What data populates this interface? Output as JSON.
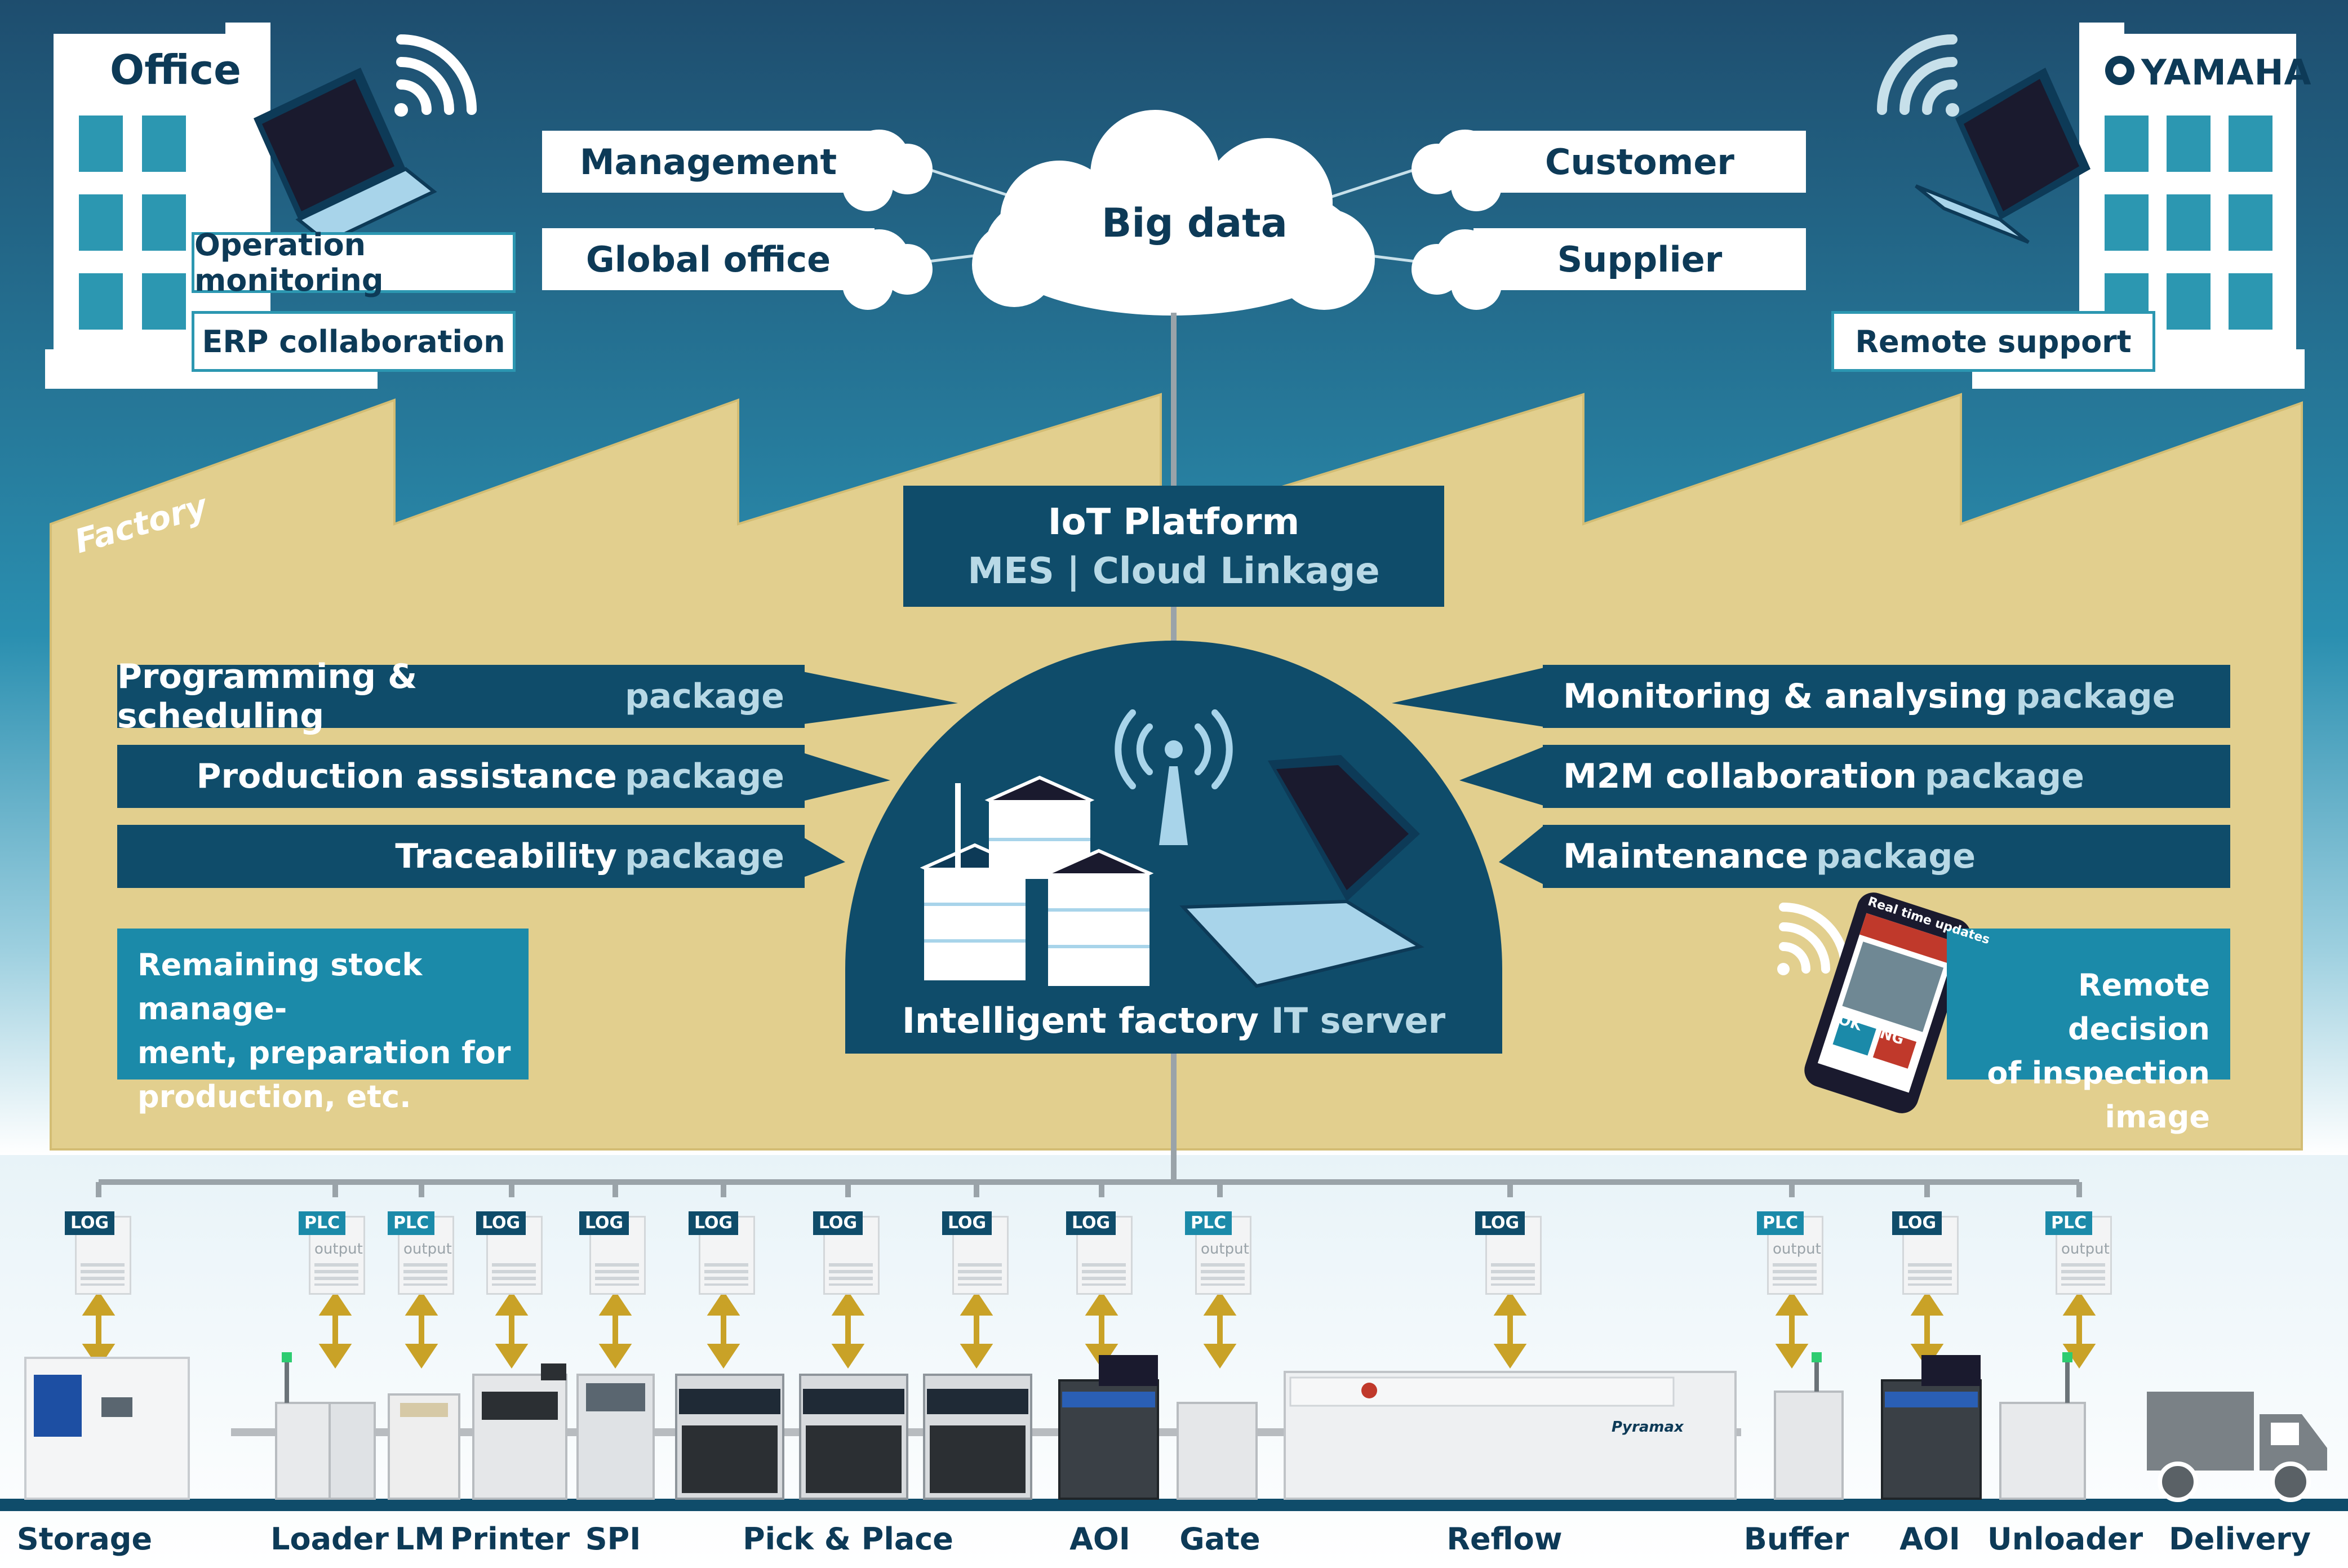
{
  "office": {
    "title": "Office",
    "boxes": [
      "Operation monitoring",
      "ERP collaboration"
    ]
  },
  "yamaha": {
    "brand": "YAMAHA",
    "box": "Remote support"
  },
  "cloud": {
    "label": "Big data"
  },
  "left_banners": [
    "Management",
    "Global office"
  ],
  "right_banners": [
    "Customer",
    "Supplier"
  ],
  "factory": {
    "label": "Factory"
  },
  "iot": {
    "title": "IoT Platform",
    "subtitle": "MES | Cloud Linkage"
  },
  "packages": {
    "left": [
      {
        "main": "Programming & scheduling",
        "suffix": "package"
      },
      {
        "main": "Production assistance",
        "suffix": "package"
      },
      {
        "main": "Traceability",
        "suffix": "package"
      }
    ],
    "right": [
      {
        "main": "Monitoring & analysing",
        "suffix": "package"
      },
      {
        "main": "M2M collaboration",
        "suffix": "package"
      },
      {
        "main": "Maintenance",
        "suffix": "package"
      }
    ]
  },
  "server": {
    "main": "Intelligent factory",
    "suffix": "IT server"
  },
  "stock_box": [
    "Remaining stock manage-",
    "ment, preparation for",
    "production, etc."
  ],
  "remote_box": [
    "Remote decision",
    "of inspection image"
  ],
  "phone": {
    "header": "Real time updates",
    "ok": "OK",
    "ng": "NG"
  },
  "reflow_brand": "Pyramax",
  "doc_labels": {
    "log": "LOG",
    "plc": "PLC",
    "plc_sub": "output"
  },
  "stations": [
    "Storage",
    "Loader",
    "LM",
    "Printer",
    "SPI",
    "Pick & Place",
    "AOI",
    "Gate",
    "Reflow",
    "Buffer",
    "AOI",
    "Unloader",
    "Delivery"
  ],
  "colors": {
    "navy": "#0f4c6a",
    "teal": "#1b8aa9",
    "sand": "#e2cf8e",
    "sky_top": "#1d4e6f",
    "arrow": "#c9a227"
  }
}
